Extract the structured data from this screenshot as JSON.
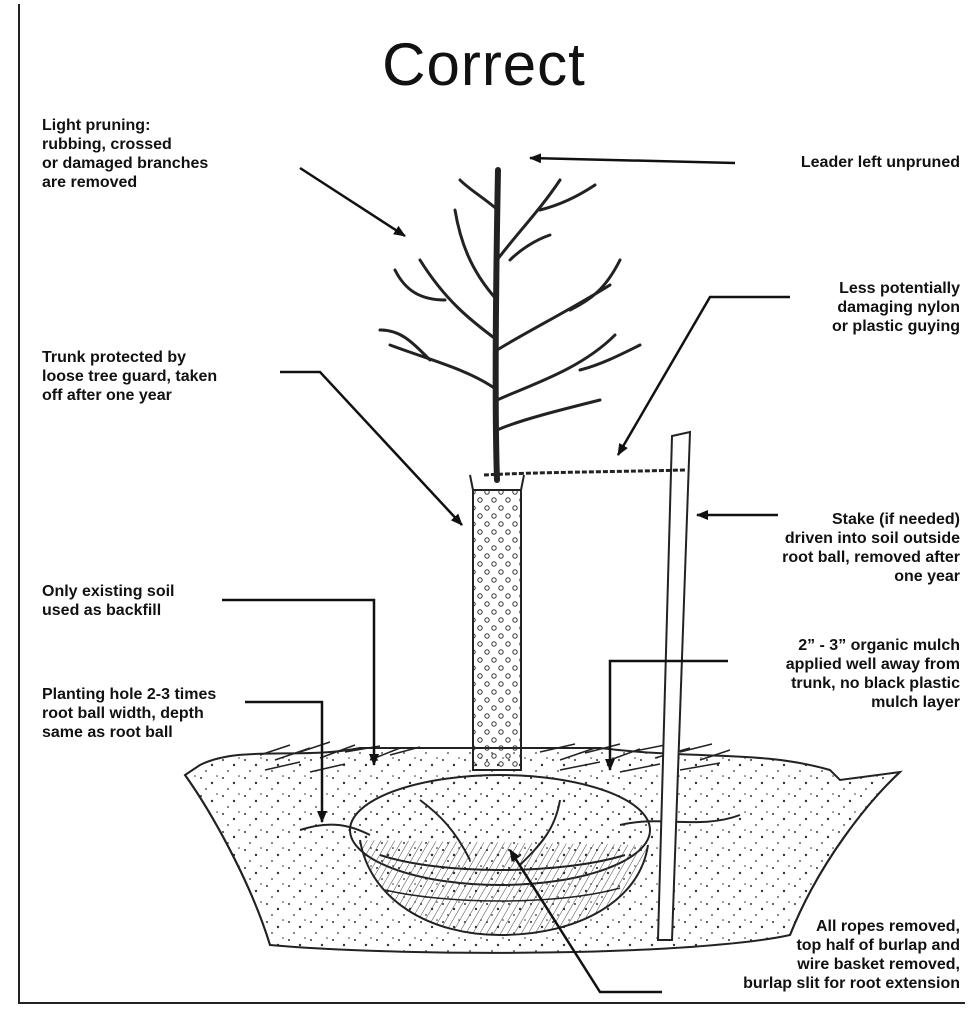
{
  "title": "Correct",
  "labels": {
    "light_pruning": "Light pruning:\nrubbing, crossed\nor damaged branches\nare removed",
    "leader": "Leader left unpruned",
    "guying": "Less potentially\ndamaging nylon\nor plastic guying",
    "trunk_guard": "Trunk protected by\nloose tree guard, taken\noff after one year",
    "stake": "Stake (if needed)\ndriven into soil outside\nroot ball, removed after\none year",
    "backfill": "Only existing soil\nused as backfill",
    "mulch": "2” - 3” organic mulch\napplied well away from\ntrunk, no black plastic\nmulch layer",
    "planting_hole": "Planting hole 2-3 times\nroot ball width, depth\nsame as root ball",
    "ropes": "All ropes removed,\ntop half of burlap and\nwire basket removed,\nburlap slit for root extension"
  }
}
